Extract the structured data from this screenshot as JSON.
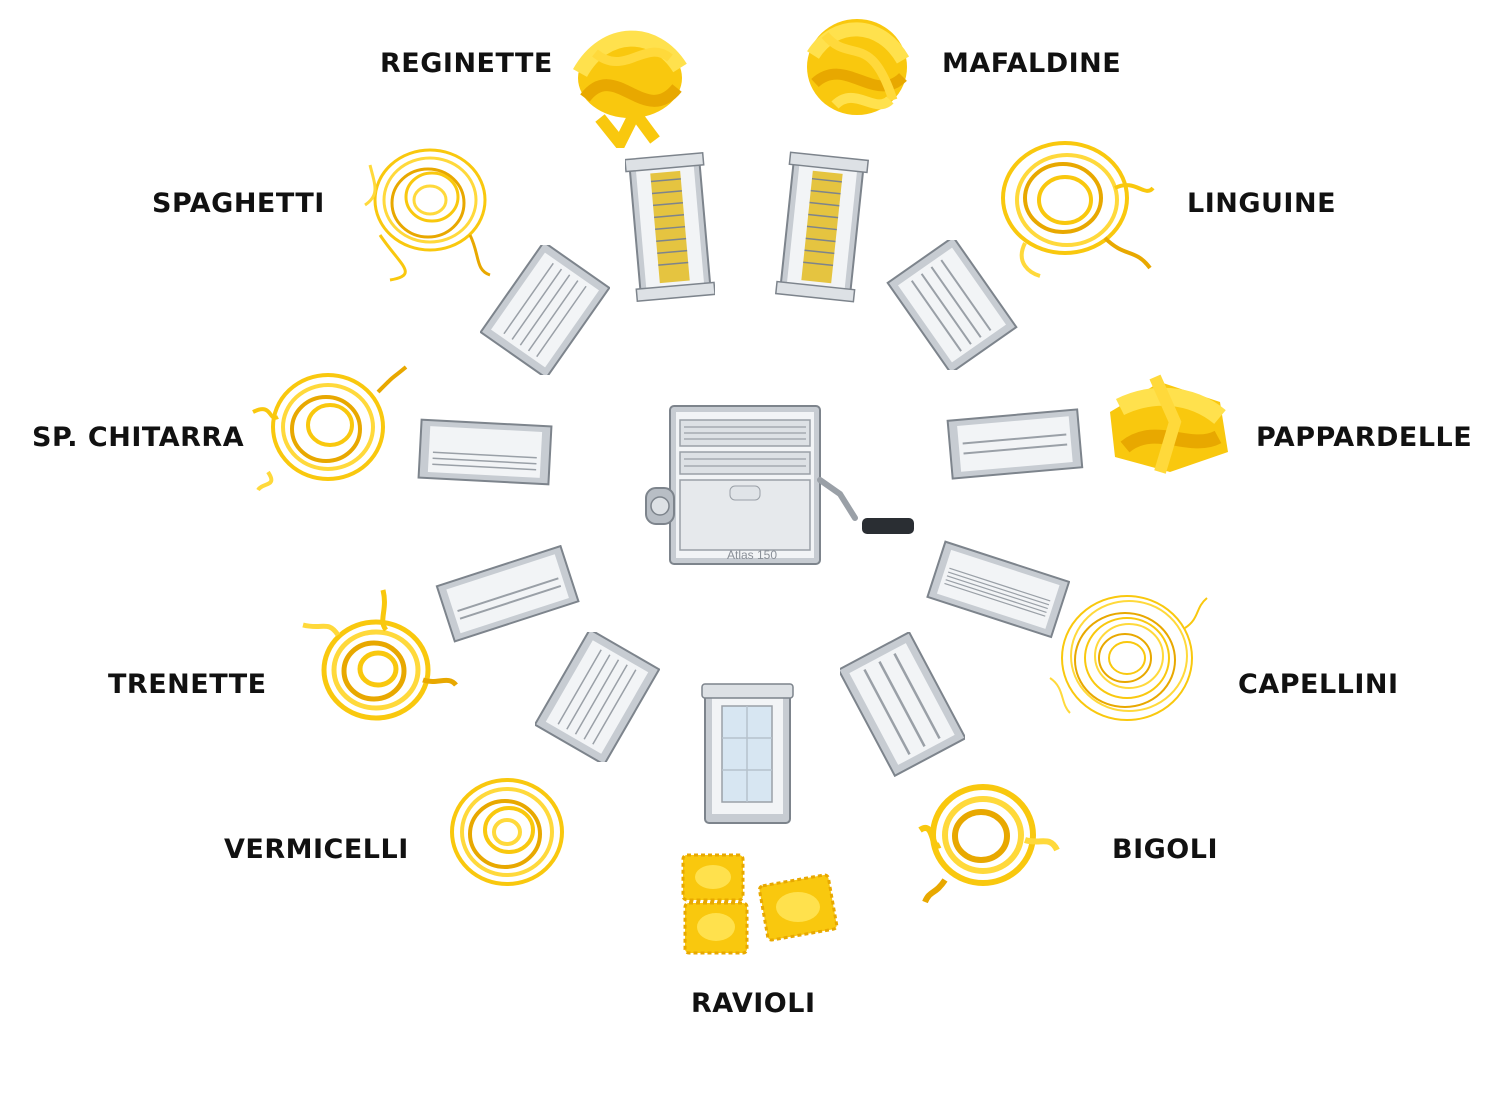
{
  "colors": {
    "pasta_light": "#FFE14D",
    "pasta_main": "#F9C80E",
    "pasta_dark": "#E8A800",
    "steel_light": "#F2F4F6",
    "steel_mid": "#C7CCD2",
    "steel_dark": "#7D848C",
    "text": "#111111"
  },
  "pastas": [
    {
      "id": "reginette",
      "label": "REGINETTE",
      "shape": "ribbon-nest"
    },
    {
      "id": "mafaldine",
      "label": "MAFALDINE",
      "shape": "ribbon-nest"
    },
    {
      "id": "spaghetti",
      "label": "SPAGHETTI",
      "shape": "strand-nest"
    },
    {
      "id": "linguine",
      "label": "LINGUINE",
      "shape": "strand-nest"
    },
    {
      "id": "sp-chitarra",
      "label": "SP. CHITARRA",
      "shape": "strand-nest"
    },
    {
      "id": "pappardelle",
      "label": "PAPPARDELLE",
      "shape": "ribbon-nest"
    },
    {
      "id": "trenette",
      "label": "TRENETTE",
      "shape": "strand-nest"
    },
    {
      "id": "capellini",
      "label": "CAPELLINI",
      "shape": "fine-nest"
    },
    {
      "id": "vermicelli",
      "label": "VERMICELLI",
      "shape": "strand-nest"
    },
    {
      "id": "bigoli",
      "label": "BIGOLI",
      "shape": "strand-nest"
    },
    {
      "id": "ravioli",
      "label": "RAVIOLI",
      "shape": "ravioli"
    }
  ],
  "machine": {
    "model_label": "Atlas 150",
    "icon": "pasta-machine-icon"
  }
}
